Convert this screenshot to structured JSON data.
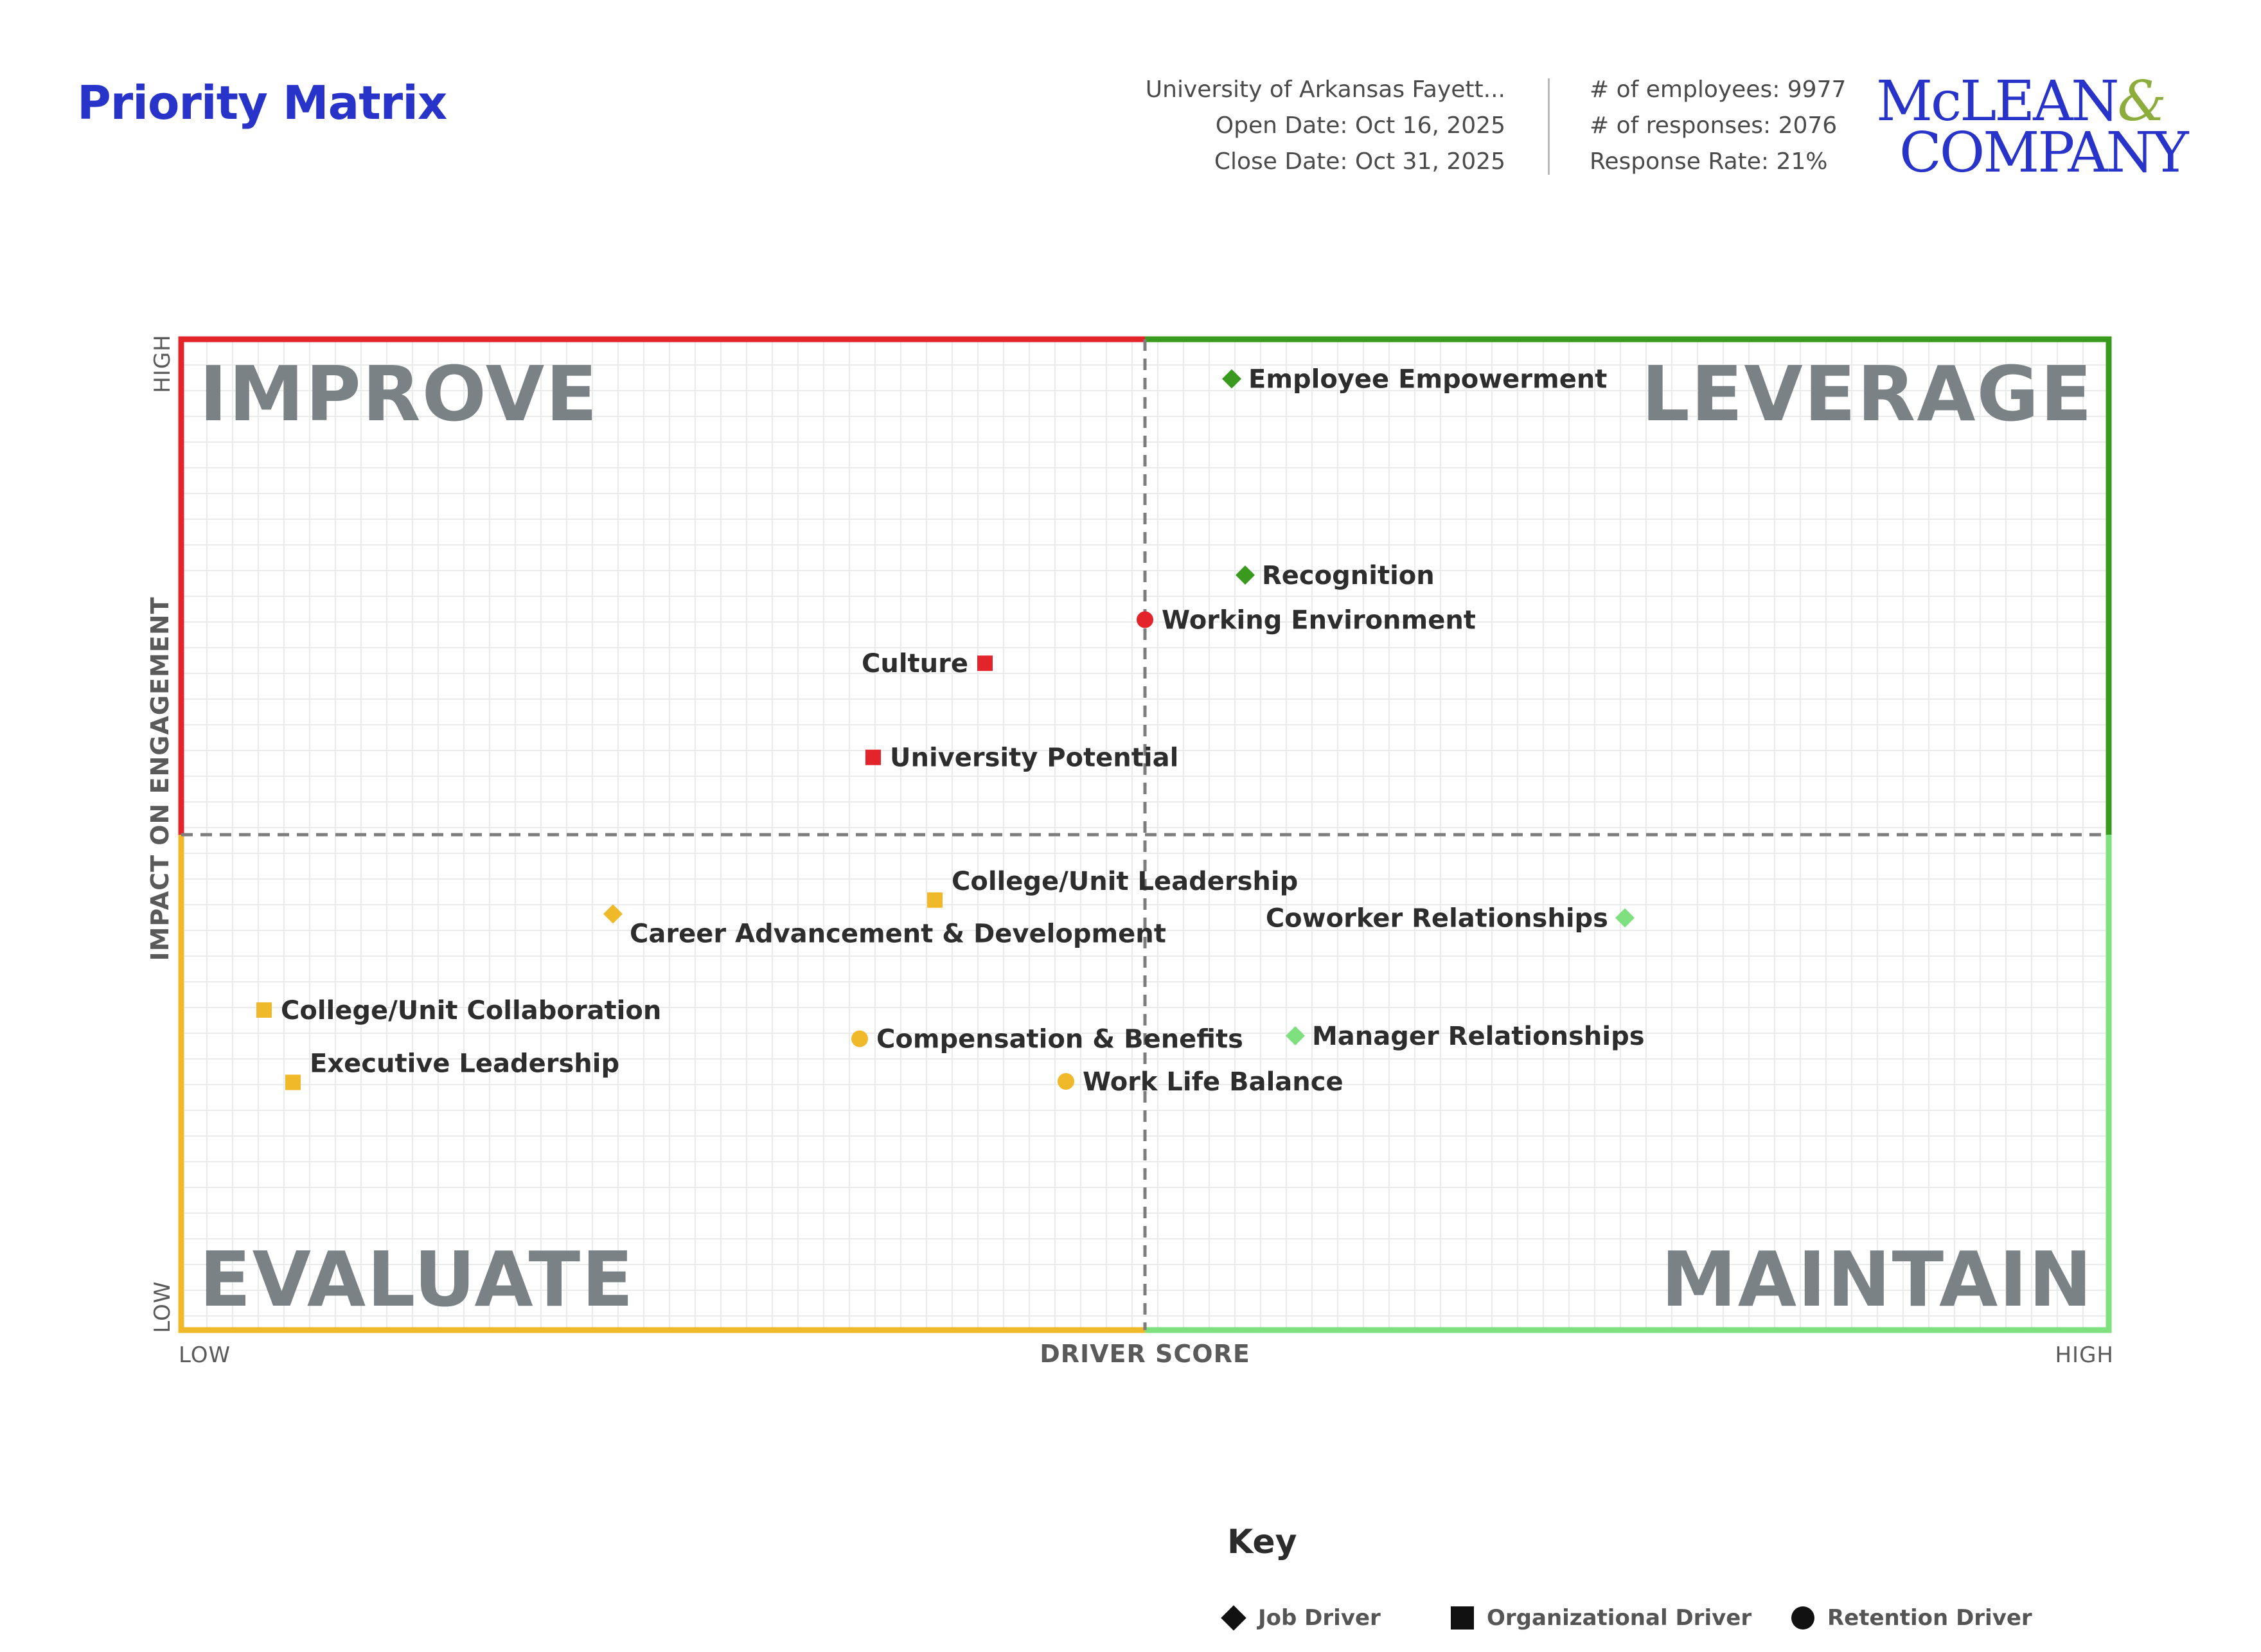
{
  "header": {
    "title": "Priority Matrix",
    "organization": "University of Arkansas Fayett...",
    "open_date": "Open Date: Oct 16, 2025",
    "close_date": "Close Date: Oct 31, 2025",
    "employees": "# of employees: 9977",
    "responses": "# of responses: 2076",
    "response_rate": "Response Rate: 21%"
  },
  "brand": {
    "line1": "McLEAN",
    "amp": "&",
    "line2": "COMPANY",
    "color": "#2733c9",
    "amp_color": "#8cad3c"
  },
  "chart_data": {
    "type": "scatter",
    "xlabel": "DRIVER SCORE",
    "ylabel": "IMPACT ON ENGAGEMENT",
    "x_low_label": "LOW",
    "x_high_label": "HIGH",
    "y_low_label": "LOW",
    "y_high_label": "HIGH",
    "xlim": [
      0,
      100
    ],
    "ylim": [
      0,
      100
    ],
    "grid": true,
    "quadrants": {
      "top_left": {
        "label": "IMPROVE",
        "color": "#e3242b"
      },
      "top_right": {
        "label": "LEVERAGE",
        "color": "#3a9a1e"
      },
      "bottom_left": {
        "label": "EVALUATE",
        "color": "#f0b92a"
      },
      "bottom_right": {
        "label": "MAINTAIN",
        "color": "#7ee07e"
      }
    },
    "points": [
      {
        "label": "Employee Empowerment",
        "x": 54.5,
        "y": 96.0,
        "shape": "diamond",
        "color": "#3a9a1e",
        "label_side": "right"
      },
      {
        "label": "Recognition",
        "x": 55.2,
        "y": 76.2,
        "shape": "diamond",
        "color": "#3a9a1e",
        "label_side": "right"
      },
      {
        "label": "Working Environment",
        "x": 50.0,
        "y": 71.7,
        "shape": "circle",
        "color": "#e3242b",
        "label_side": "right"
      },
      {
        "label": "Culture",
        "x": 41.7,
        "y": 67.3,
        "shape": "square",
        "color": "#e3242b",
        "label_side": "left"
      },
      {
        "label": "University Potential",
        "x": 35.9,
        "y": 57.8,
        "shape": "square",
        "color": "#e3242b",
        "label_side": "right"
      },
      {
        "label": "College/Unit Leadership",
        "x": 39.1,
        "y": 43.4,
        "shape": "square",
        "color": "#f0b92a",
        "label_side": "right-up"
      },
      {
        "label": "Career Advancement & Development",
        "x": 22.4,
        "y": 42.0,
        "shape": "diamond",
        "color": "#f0b92a",
        "label_side": "right-down"
      },
      {
        "label": "Coworker Relationships",
        "x": 74.9,
        "y": 41.6,
        "shape": "diamond",
        "color": "#7ee07e",
        "label_side": "left"
      },
      {
        "label": "College/Unit Collaboration",
        "x": 4.3,
        "y": 32.3,
        "shape": "square",
        "color": "#f0b92a",
        "label_side": "right"
      },
      {
        "label": "Compensation & Benefits",
        "x": 35.2,
        "y": 29.4,
        "shape": "circle",
        "color": "#f0b92a",
        "label_side": "right"
      },
      {
        "label": "Manager Relationships",
        "x": 57.8,
        "y": 29.7,
        "shape": "diamond",
        "color": "#7ee07e",
        "label_side": "right"
      },
      {
        "label": "Executive Leadership",
        "x": 5.8,
        "y": 25.0,
        "shape": "square",
        "color": "#f0b92a",
        "label_side": "right-up"
      },
      {
        "label": "Work Life Balance",
        "x": 45.9,
        "y": 25.1,
        "shape": "circle",
        "color": "#f0b92a",
        "label_side": "right"
      }
    ]
  },
  "key": {
    "title": "Key",
    "items": [
      {
        "label": "Job Driver",
        "icon": "diamond-icon"
      },
      {
        "label": "Organizational Driver",
        "icon": "square-icon"
      },
      {
        "label": "Retention Driver",
        "icon": "circle-icon"
      }
    ]
  }
}
